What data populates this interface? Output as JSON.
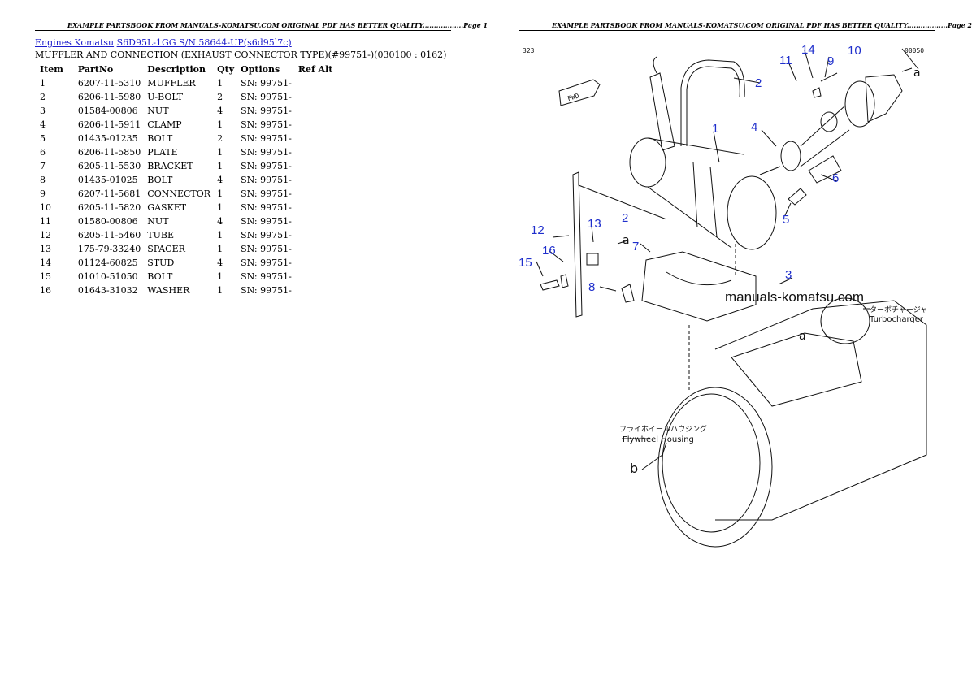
{
  "header": {
    "page1": "EXAMPLE PARTSBOOK FROM MANUALS-KOMATSU.COM ORIGINAL PDF HAS BETTER QUALITY..................Page 1",
    "page2": "EXAMPLE PARTSBOOK FROM MANUALS-KOMATSU.COM ORIGINAL PDF HAS BETTER QUALITY..................Page 2"
  },
  "breadcrumb": {
    "link1": "Engines Komatsu",
    "link2": "S6D95L-1GG S/N 58644-UP(s6d95l7c)"
  },
  "section_title": "MUFFLER AND CONNECTION (EXHAUST CONNECTOR TYPE)(#99751-)(030100 : 0162)",
  "table": {
    "headers": [
      "Item",
      "PartNo",
      "Description",
      "Qty",
      "Options",
      "Ref Alt"
    ],
    "rows": [
      [
        "1",
        "6207-11-5310",
        "MUFFLER",
        "1",
        "SN: 99751-",
        ""
      ],
      [
        "2",
        "6206-11-5980",
        "U-BOLT",
        "2",
        "SN: 99751-",
        ""
      ],
      [
        "3",
        "01584-00806",
        "NUT",
        "4",
        "SN: 99751-",
        ""
      ],
      [
        "4",
        "6206-11-5911",
        "CLAMP",
        "1",
        "SN: 99751-",
        ""
      ],
      [
        "5",
        "01435-01235",
        "BOLT",
        "2",
        "SN: 99751-",
        ""
      ],
      [
        "6",
        "6206-11-5850",
        "PLATE",
        "1",
        "SN: 99751-",
        ""
      ],
      [
        "7",
        "6205-11-5530",
        "BRACKET",
        "1",
        "SN: 99751-",
        ""
      ],
      [
        "8",
        "01435-01025",
        "BOLT",
        "4",
        "SN: 99751-",
        ""
      ],
      [
        "9",
        "6207-11-5681",
        "CONNECTOR",
        "1",
        "SN: 99751-",
        ""
      ],
      [
        "10",
        "6205-11-5820",
        "GASKET",
        "1",
        "SN: 99751-",
        ""
      ],
      [
        "11",
        "01580-00806",
        "NUT",
        "4",
        "SN: 99751-",
        ""
      ],
      [
        "12",
        "6205-11-5460",
        "TUBE",
        "1",
        "SN: 99751-",
        ""
      ],
      [
        "13",
        "175-79-33240",
        "SPACER",
        "1",
        "SN: 99751-",
        ""
      ],
      [
        "14",
        "01124-60825",
        "STUD",
        "4",
        "SN: 99751-",
        ""
      ],
      [
        "15",
        "01010-51050",
        "BOLT",
        "1",
        "SN: 99751-",
        ""
      ],
      [
        "16",
        "01643-31032",
        "WASHER",
        "1",
        "SN: 99751-",
        ""
      ]
    ]
  },
  "diagram": {
    "code_left": "323",
    "code_right": "00050",
    "fwd": "FWD",
    "watermark": "manuals-komatsu.com",
    "turbo_jp": "ターボチャージャ",
    "turbo_en": "Turbocharger",
    "flywheel_jp": "フライホイールハウジング",
    "flywheel_en": "Flywheel Housing",
    "ref_a": "a",
    "ref_b": "b",
    "callouts": [
      "1",
      "2",
      "2",
      "3",
      "4",
      "5",
      "6",
      "7",
      "8",
      "9",
      "10",
      "11",
      "12",
      "13",
      "14",
      "15",
      "16"
    ]
  }
}
